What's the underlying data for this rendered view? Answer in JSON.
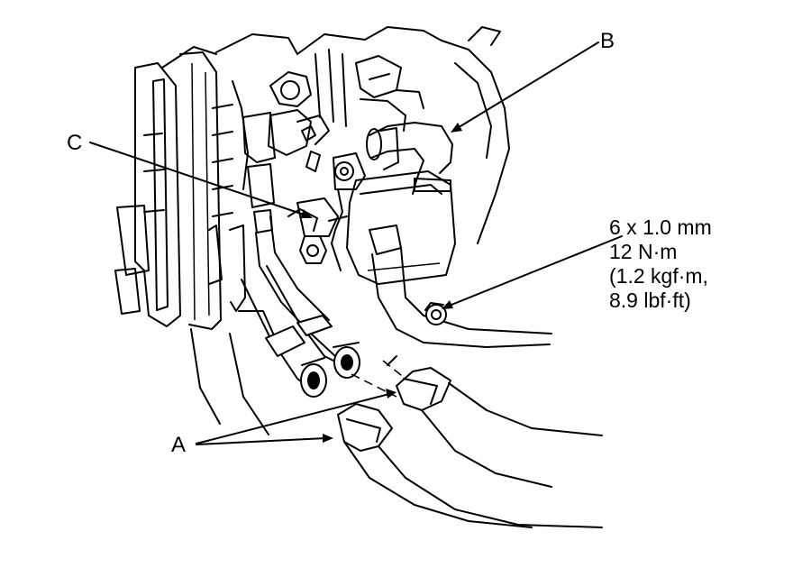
{
  "callouts": {
    "a": "A",
    "b": "B",
    "c": "C"
  },
  "spec": {
    "line1": "6 x 1.0 mm",
    "line2": "12 N·m",
    "line3": "(1.2 kgf·m,",
    "line4": "8.9 lbf·ft)"
  }
}
